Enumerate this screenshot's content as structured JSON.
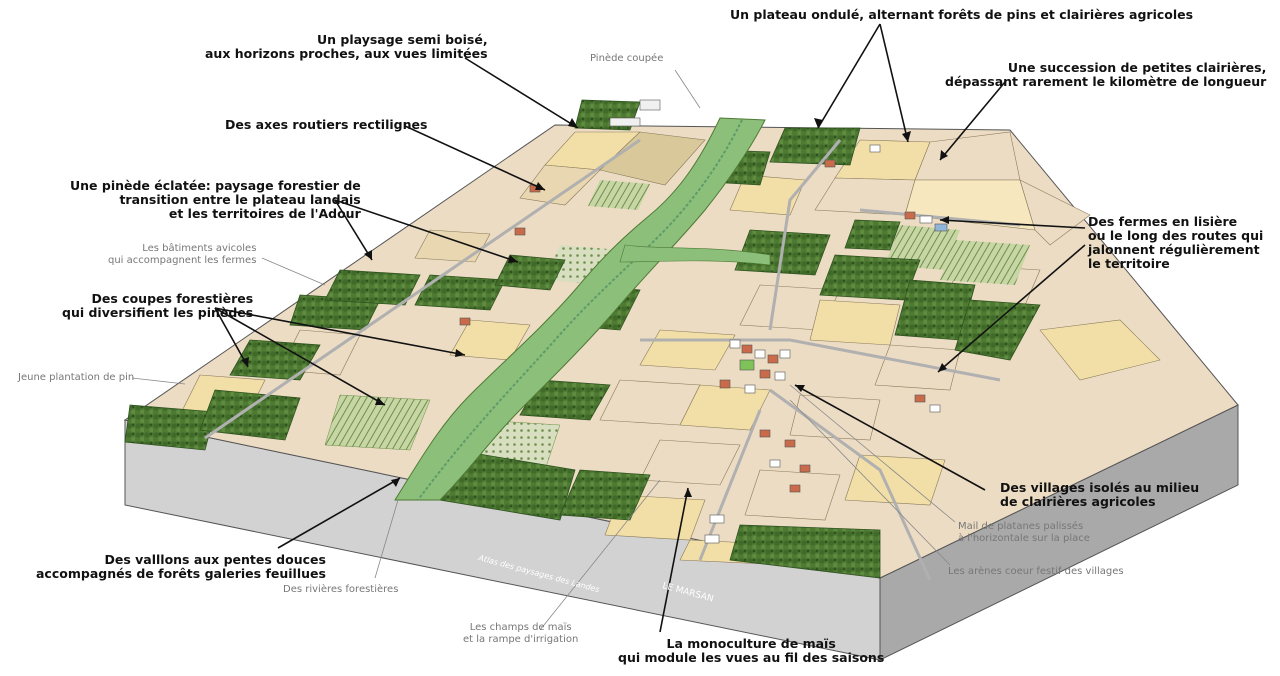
{
  "labels": {
    "playsage_semi_boise": [
      "Un playsage semi boisé,",
      "aux horizons proches, aux vues limitées"
    ],
    "plateau_ondule": [
      "Un plateau ondulé, alternant forêts de pins et clairières agricoles"
    ],
    "succession_clairieres": [
      "Une succession de petites clairières,",
      "dépassant rarement le kilomètre de longueur"
    ],
    "axes_routiers": [
      "Des axes routiers rectilignes"
    ],
    "pinede_eclatee": [
      "Une pinède éclatée: paysage forestier de",
      "transition entre le plateau landais",
      "et les territoires de l'Adour"
    ],
    "fermes_lisiere": [
      "Des fermes en lisière",
      "ou le long des routes qui",
      "jalonnent régulièrement",
      "le territoire"
    ],
    "coupes_forestieres": [
      "Des coupes forestières",
      "qui diversifient les pinèdes"
    ],
    "villages_isoles": [
      "Des villages isolés au milieu",
      "de clairières agricoles"
    ],
    "vallons": [
      "Des valllons aux pentes douces",
      "accompagnés de forêts galeries feuillues"
    ],
    "monoculture_mais": [
      "La monoculture de maïs",
      "qui module les vues au fil des saisons"
    ]
  },
  "sublabels": {
    "pinede_coupee": [
      "Pinède coupée"
    ],
    "batiments_avicoles": [
      "Les bâtiments avicoles",
      "qui accompagnent les fermes"
    ],
    "jeune_plantation": [
      "Jeune plantation de pin"
    ],
    "rivieres_forestieres": [
      "Des rivières forestières"
    ],
    "champs_mais": [
      "Les champs de maïs",
      "et la rampe d'irrigation"
    ],
    "mail_platanes": [
      "Mail de platanes palissés",
      "à l'horizontale sur la place"
    ],
    "arenes": [
      "Les arènes coeur festif des villages"
    ]
  },
  "block_captions": {
    "atlas": "Atlas des paysages des Landes",
    "region": "LE MARSAN"
  },
  "colors": {
    "forest": "#4f7a34",
    "forest_dark": "#2f5320",
    "field_maize": "#f2dfa8",
    "field_cream": "#ecdcc4",
    "field_tan": "#d9c89a",
    "valley": "#8bbf7a",
    "soil_side": "#cfcfcf",
    "road": "#b8b8b8"
  }
}
